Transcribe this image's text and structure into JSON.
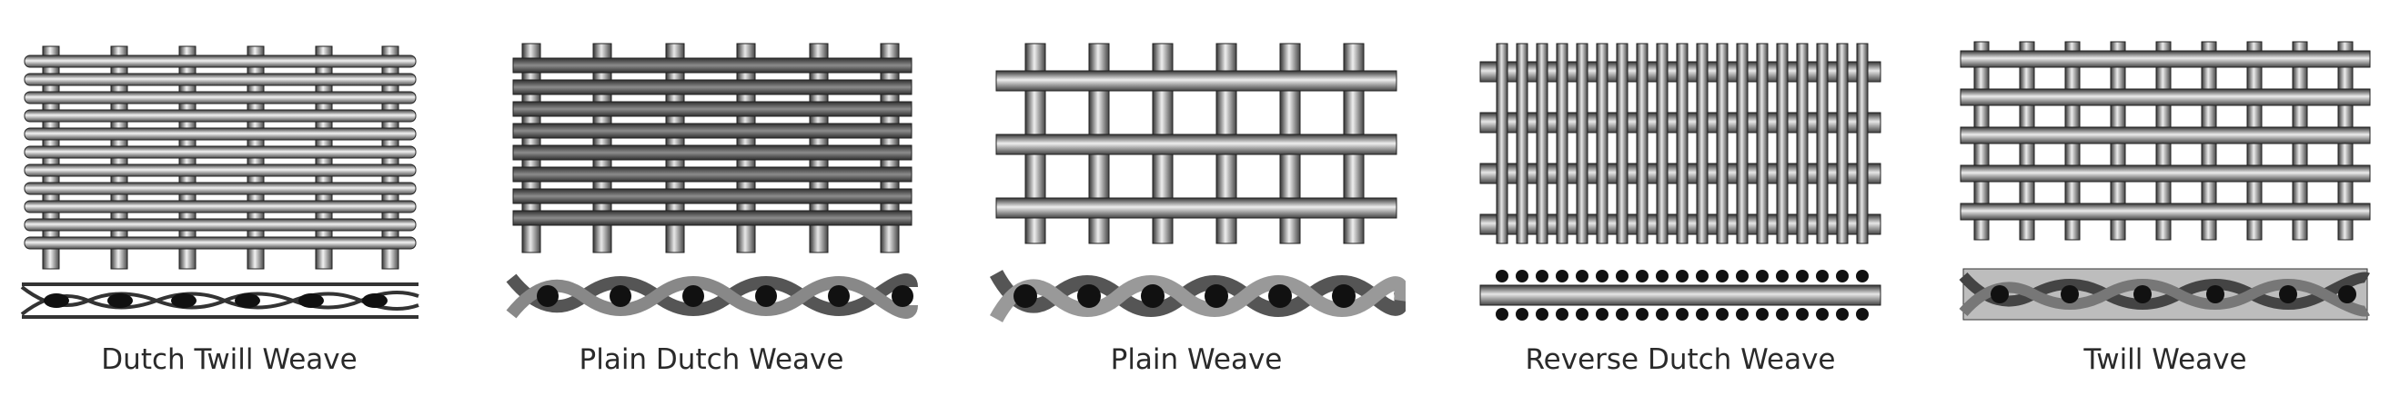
{
  "weaves": [
    {
      "name": "Dutch Twill Weave"
    },
    {
      "name": "Plain Dutch Weave"
    },
    {
      "name": "Plain Weave"
    },
    {
      "name": "Reverse Dutch Weave"
    },
    {
      "name": "Twill Weave"
    }
  ]
}
